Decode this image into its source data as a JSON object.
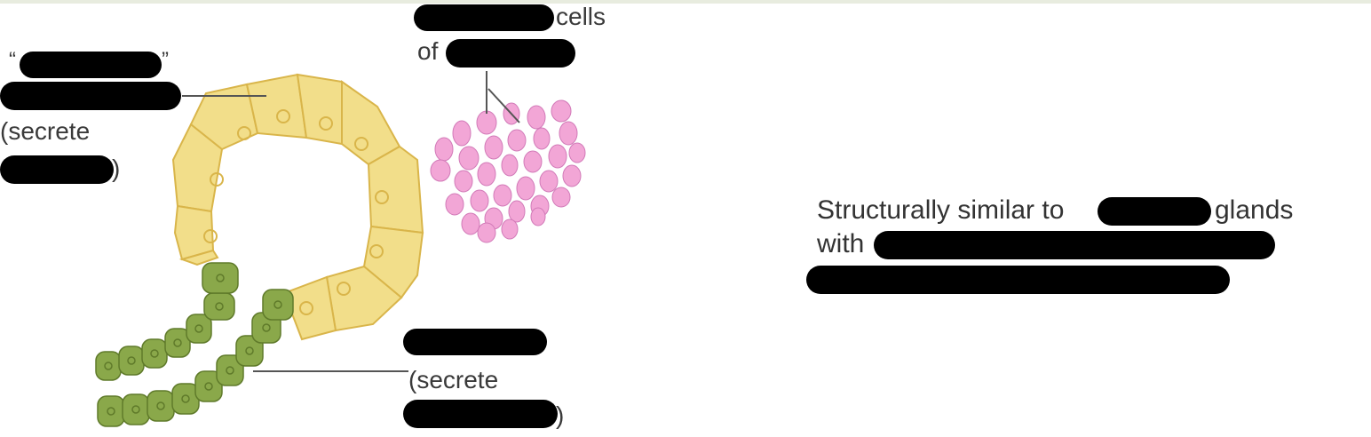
{
  "labels": {
    "cells_word": "cells",
    "of_word": "of",
    "open_quote": "“",
    "close_quote": "”",
    "secrete_top": "(secrete",
    "close_paren_top": ")",
    "secrete_bottom": "(secrete",
    "close_paren_bottom": ")"
  },
  "note": {
    "line1_start": "Structurally similar to",
    "line1_end": "glands",
    "line2_start": "with"
  },
  "colors": {
    "serous_cell": "#f2de8a",
    "serous_outline": "#d9b54a",
    "duct_cell": "#8aa84a",
    "duct_outline": "#5f7a2a",
    "granule": "#f2a6d6",
    "granule_outline": "#d27ab8",
    "redaction": "#000000"
  }
}
